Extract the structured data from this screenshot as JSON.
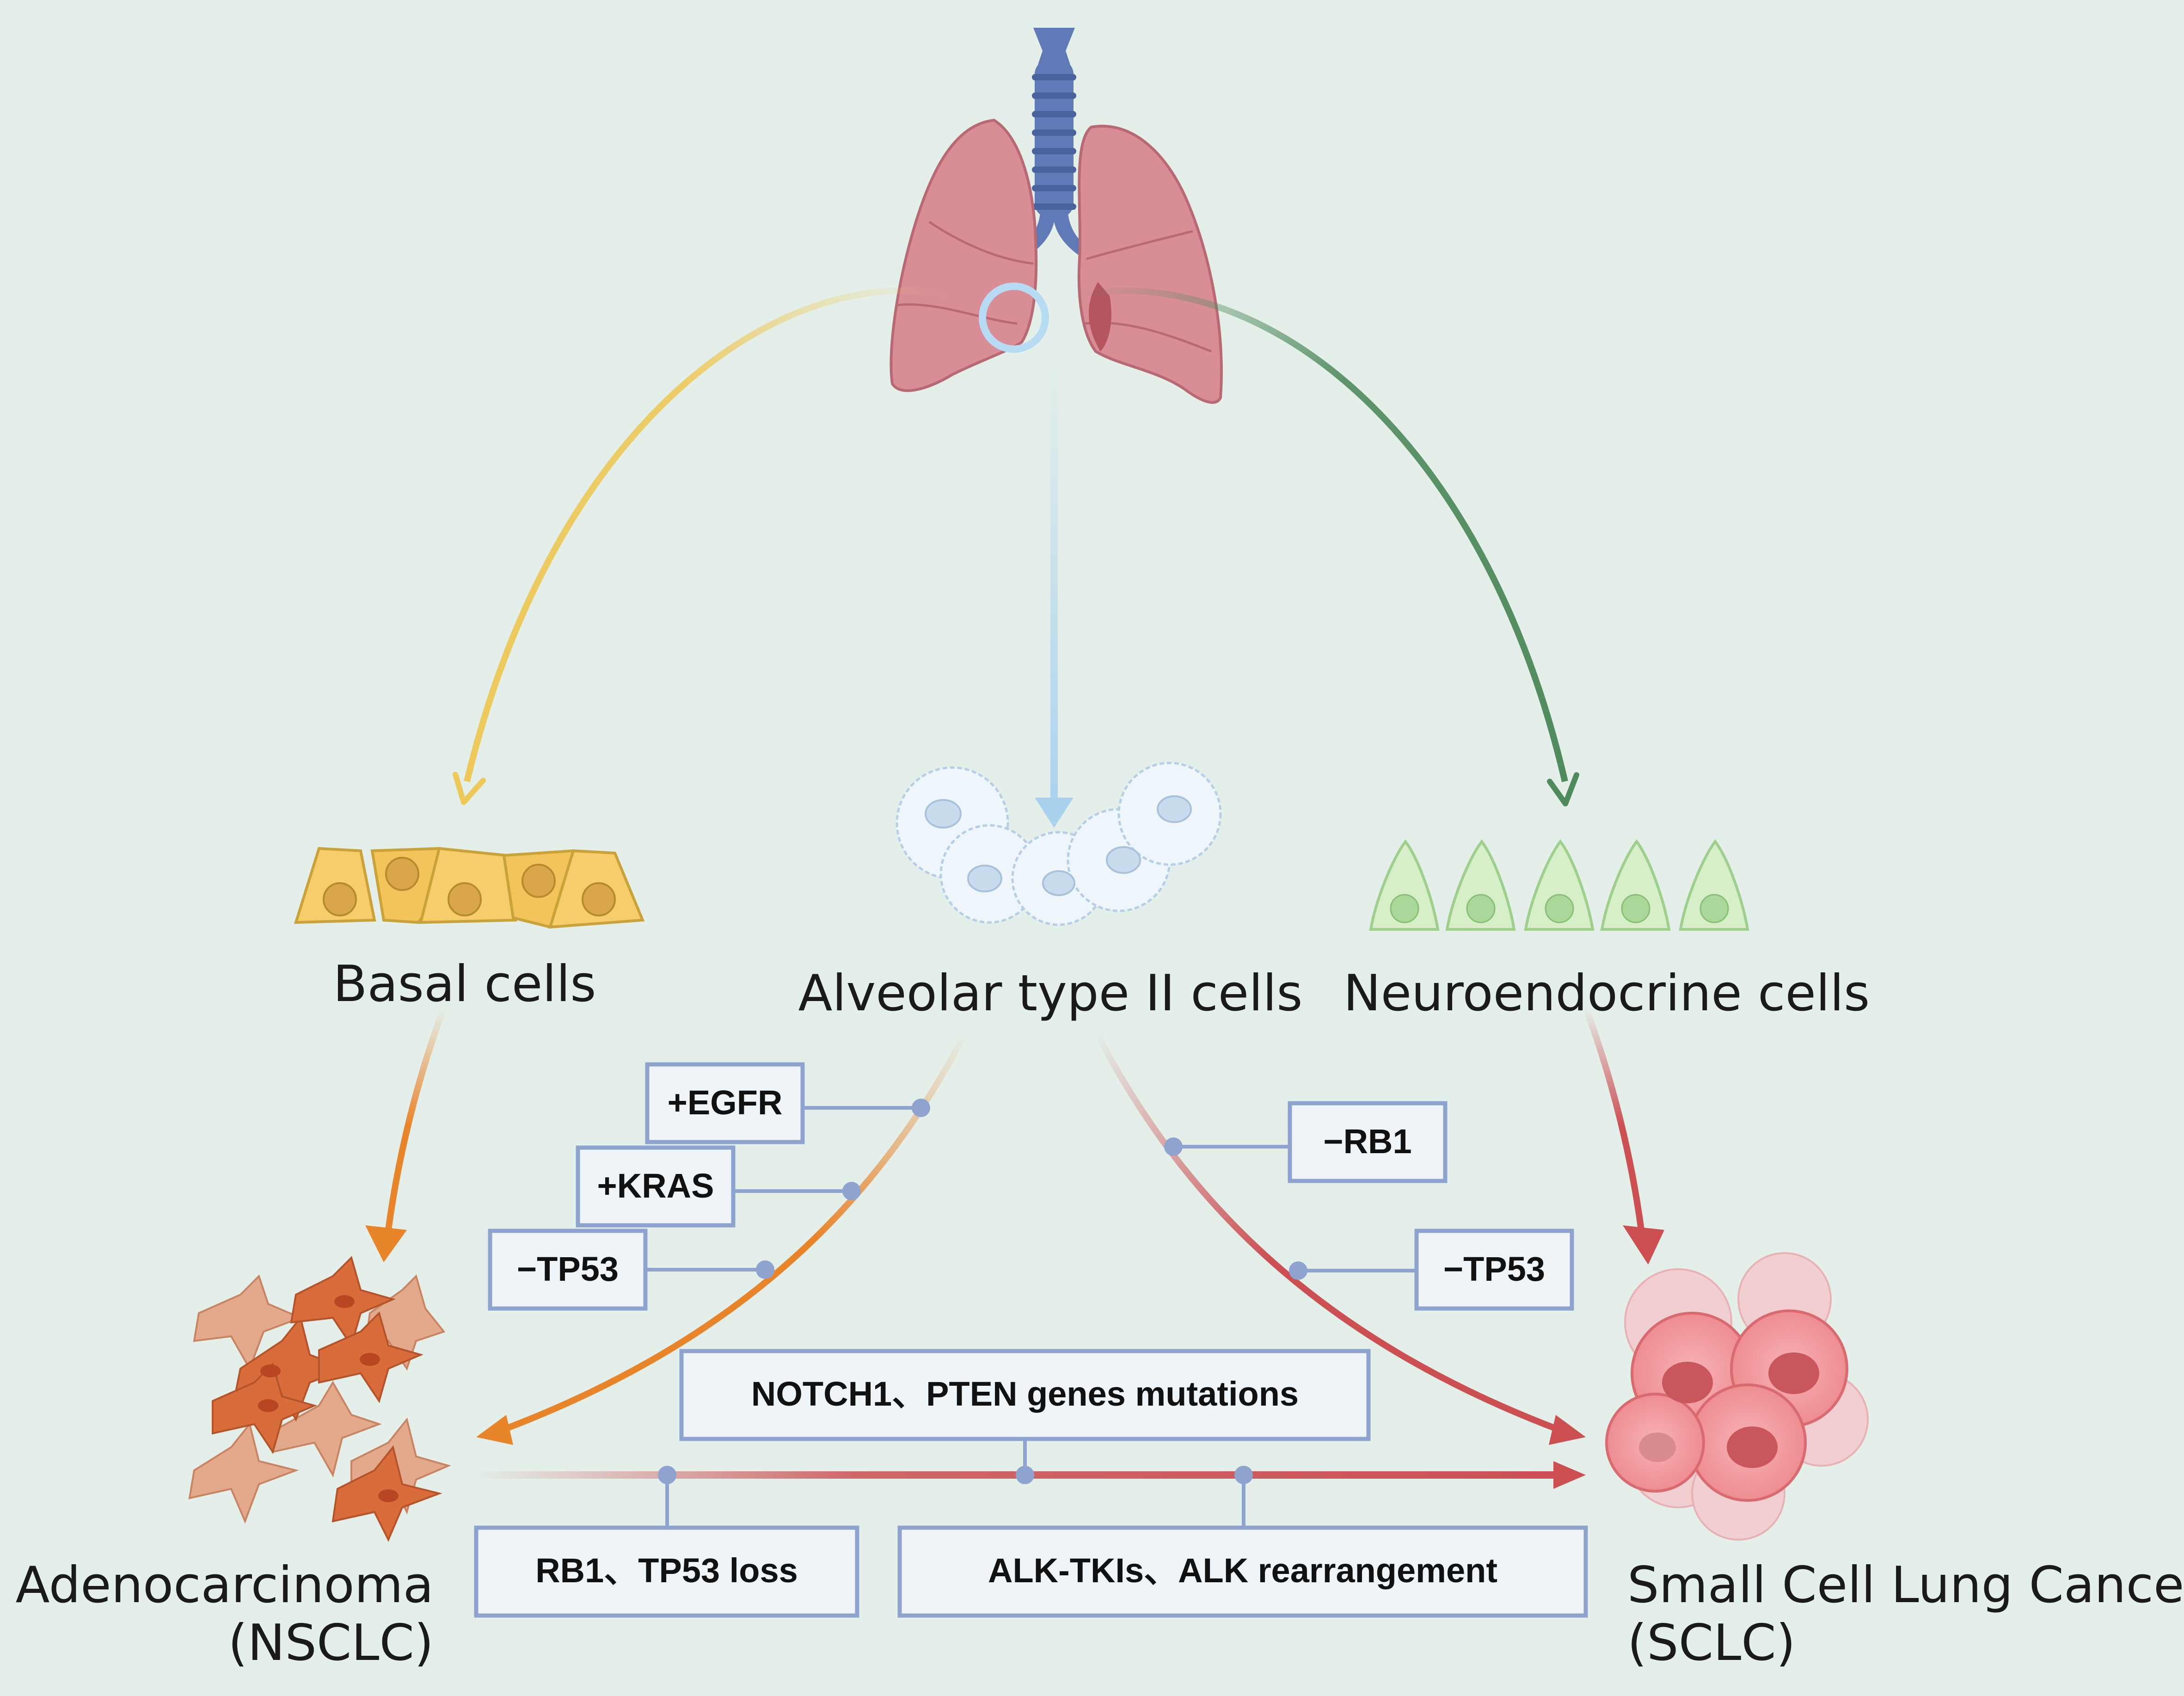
{
  "colors": {
    "background": "#e4efea",
    "basal_yellow": "#edc95a",
    "alveolar_blue": "#a9d2ef",
    "neuro_green": "#4f8a5c",
    "adeno_orange": "#e8842a",
    "sclc_red": "#cc4f52",
    "box_border": "#8ea4cf",
    "box_fill": "#eef4f8"
  },
  "nodes": {
    "lung": {
      "icon": "lung-icon"
    },
    "basal": {
      "label": "Basal cells",
      "icon": "basal-cells-icon"
    },
    "alveolar": {
      "label": "Alveolar type II cells",
      "icon": "alveolar-cells-icon"
    },
    "neuro": {
      "label": "Neuroendocrine cells",
      "icon": "neuroendocrine-cells-icon"
    },
    "adeno": {
      "label_line1": "Adenocarcinoma",
      "label_line2": "(NSCLC)",
      "icon": "adenocarcinoma-cells-icon"
    },
    "sclc": {
      "label_line1": "Small Cell Lung Cancer",
      "label_line2": "(SCLC)",
      "icon": "sclc-cells-icon"
    }
  },
  "mutations": {
    "egfr": "+EGFR",
    "kras": "+KRAS",
    "tp53_left": "−TP53",
    "rb1": "−RB1",
    "tp53_right": "−TP53",
    "notch": "NOTCH1、PTEN genes mutations",
    "rb1_tp53_loss": "RB1、TP53 loss",
    "alk": "ALK-TKIs、ALK rearrangement"
  }
}
